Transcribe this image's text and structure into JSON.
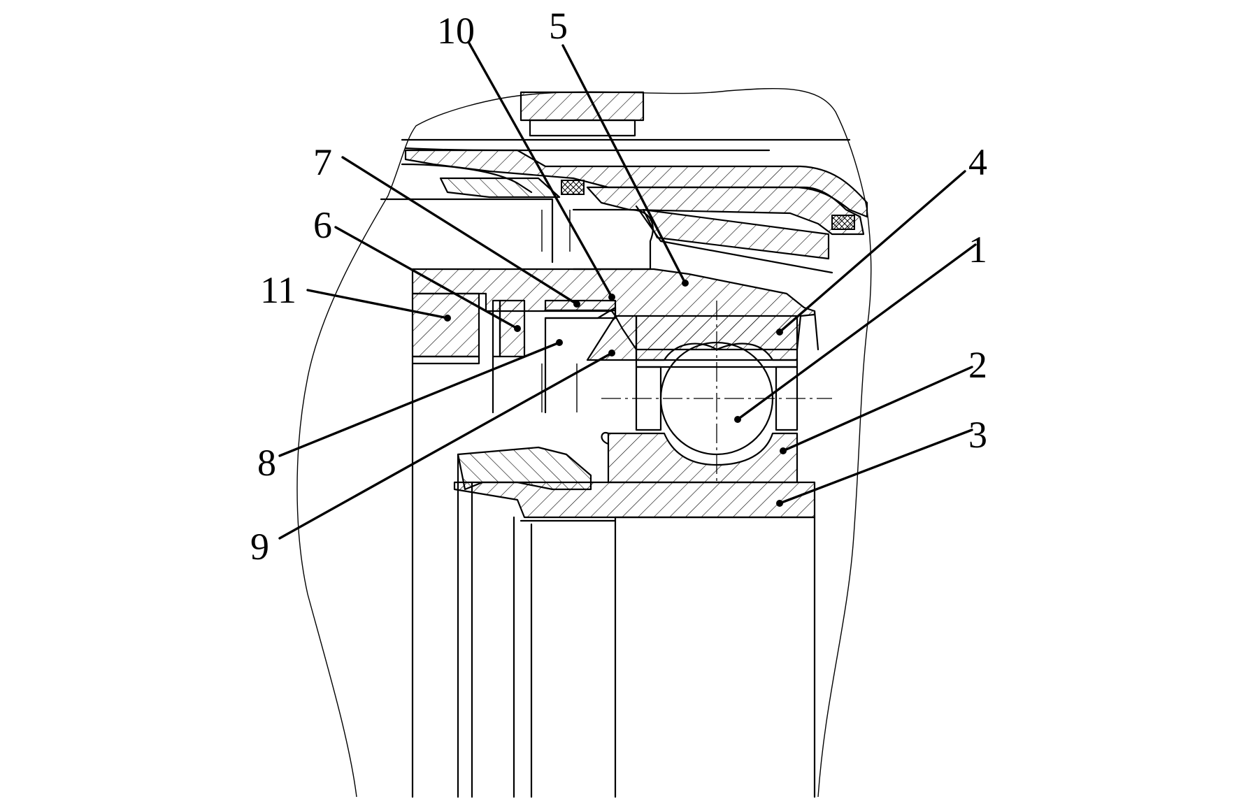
{
  "diagram": {
    "callouts": [
      {
        "id": "c1",
        "label": "1"
      },
      {
        "id": "c2",
        "label": "2"
      },
      {
        "id": "c3",
        "label": "3"
      },
      {
        "id": "c4",
        "label": "4"
      },
      {
        "id": "c5",
        "label": "5"
      },
      {
        "id": "c6",
        "label": "6"
      },
      {
        "id": "c7",
        "label": "7"
      },
      {
        "id": "c8",
        "label": "8"
      },
      {
        "id": "c9",
        "label": "9"
      },
      {
        "id": "c10",
        "label": "10"
      },
      {
        "id": "c11",
        "label": "11"
      }
    ],
    "colors": {
      "ink": "#000000",
      "paper": "#ffffff"
    }
  }
}
